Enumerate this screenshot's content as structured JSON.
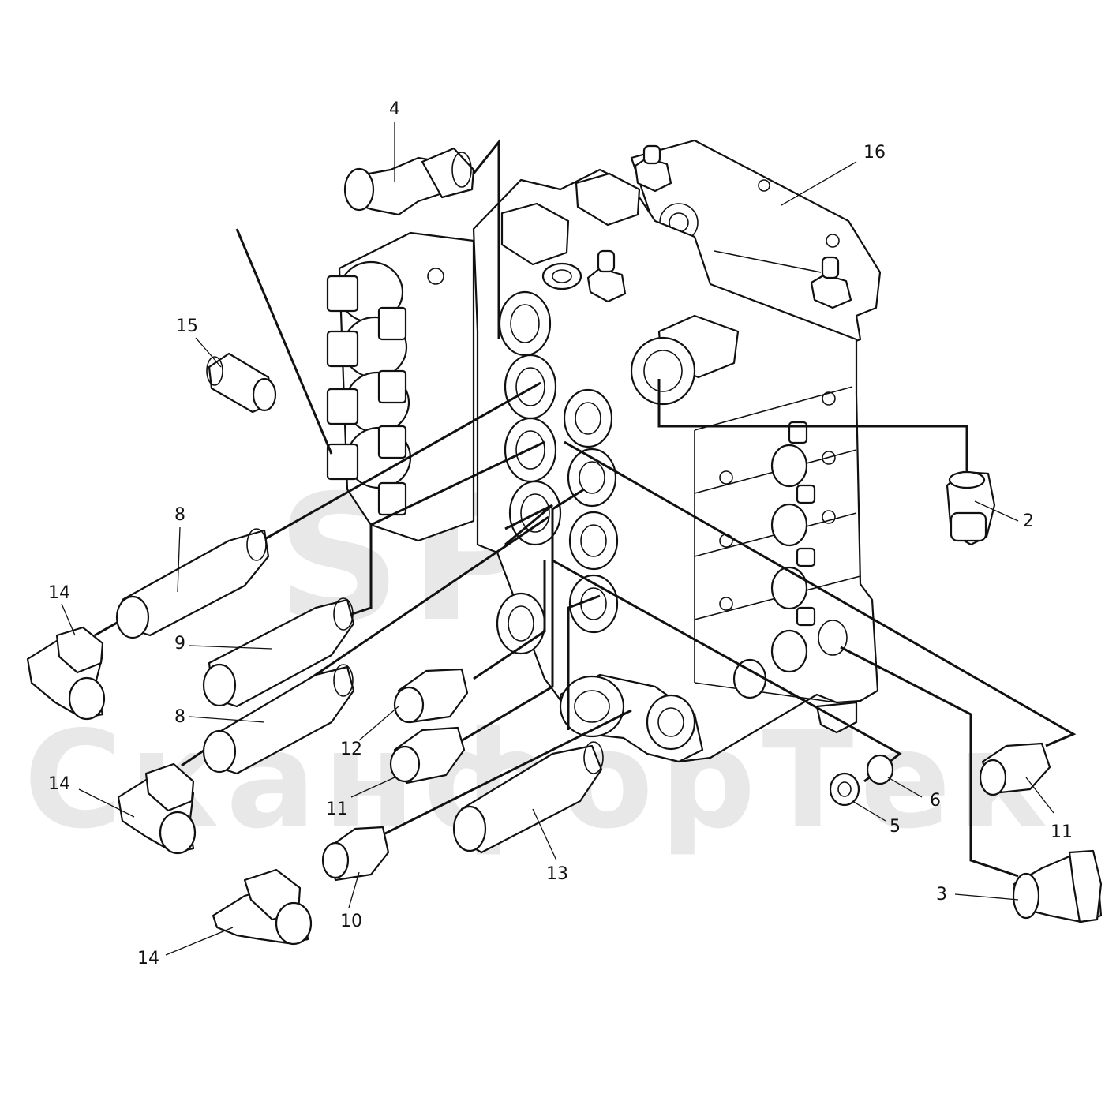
{
  "watermark": {
    "line1": "SPT",
    "line2": "СканфорТек"
  },
  "callouts": [
    {
      "id": "c4",
      "label": "4"
    },
    {
      "id": "c16",
      "label": "16"
    },
    {
      "id": "c15",
      "label": "15"
    },
    {
      "id": "c2",
      "label": "2"
    },
    {
      "id": "c8a",
      "label": "8"
    },
    {
      "id": "c14a",
      "label": "14"
    },
    {
      "id": "c9",
      "label": "9"
    },
    {
      "id": "c8b",
      "label": "8"
    },
    {
      "id": "c12",
      "label": "12"
    },
    {
      "id": "c14b",
      "label": "14"
    },
    {
      "id": "c11a",
      "label": "11"
    },
    {
      "id": "c6",
      "label": "6"
    },
    {
      "id": "c5",
      "label": "5"
    },
    {
      "id": "c11b",
      "label": "11"
    },
    {
      "id": "c13",
      "label": "13"
    },
    {
      "id": "c10",
      "label": "10"
    },
    {
      "id": "c3",
      "label": "3"
    },
    {
      "id": "c14c",
      "label": "14"
    }
  ]
}
